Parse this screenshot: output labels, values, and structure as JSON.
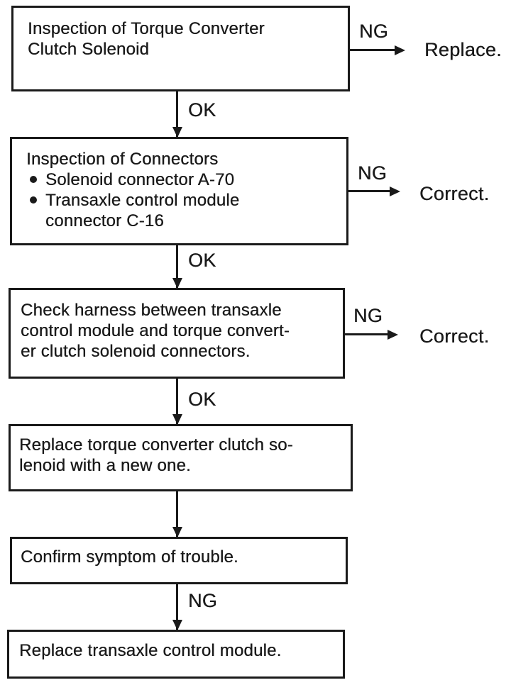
{
  "flowchart": {
    "boxes": [
      {
        "lines": [
          "Inspection of Torque Converter",
          "Clutch Solenoid"
        ]
      },
      {
        "title": "Inspection of Connectors",
        "bullets": [
          {
            "lines": [
              "Solenoid connector A-70"
            ]
          },
          {
            "lines": [
              "Transaxle control module",
              "connector C-16"
            ]
          }
        ]
      },
      {
        "lines": [
          "Check harness between transaxle",
          "control module and torque convert-",
          "er clutch solenoid connectors."
        ]
      },
      {
        "lines": [
          "Replace torque converter clutch so-",
          "lenoid with a new one."
        ]
      },
      {
        "lines": [
          "Confirm symptom of trouble."
        ]
      },
      {
        "lines": [
          "Replace transaxle control module."
        ]
      }
    ],
    "branches": [
      {
        "from_box": 1,
        "label": "NG",
        "result": "Replace."
      },
      {
        "from_box": 2,
        "label": "NG",
        "result": "Correct."
      },
      {
        "from_box": 3,
        "label": "NG",
        "result": "Correct."
      }
    ],
    "connectors": [
      {
        "from_box": 1,
        "to_box": 2,
        "label": "OK"
      },
      {
        "from_box": 2,
        "to_box": 3,
        "label": "OK"
      },
      {
        "from_box": 3,
        "to_box": 4,
        "label": "OK"
      },
      {
        "from_box": 4,
        "to_box": 5,
        "label": ""
      },
      {
        "from_box": 5,
        "to_box": 6,
        "label": "NG"
      }
    ],
    "colors": {
      "ink": "#1a1a1a",
      "background": "#ffffff"
    }
  }
}
